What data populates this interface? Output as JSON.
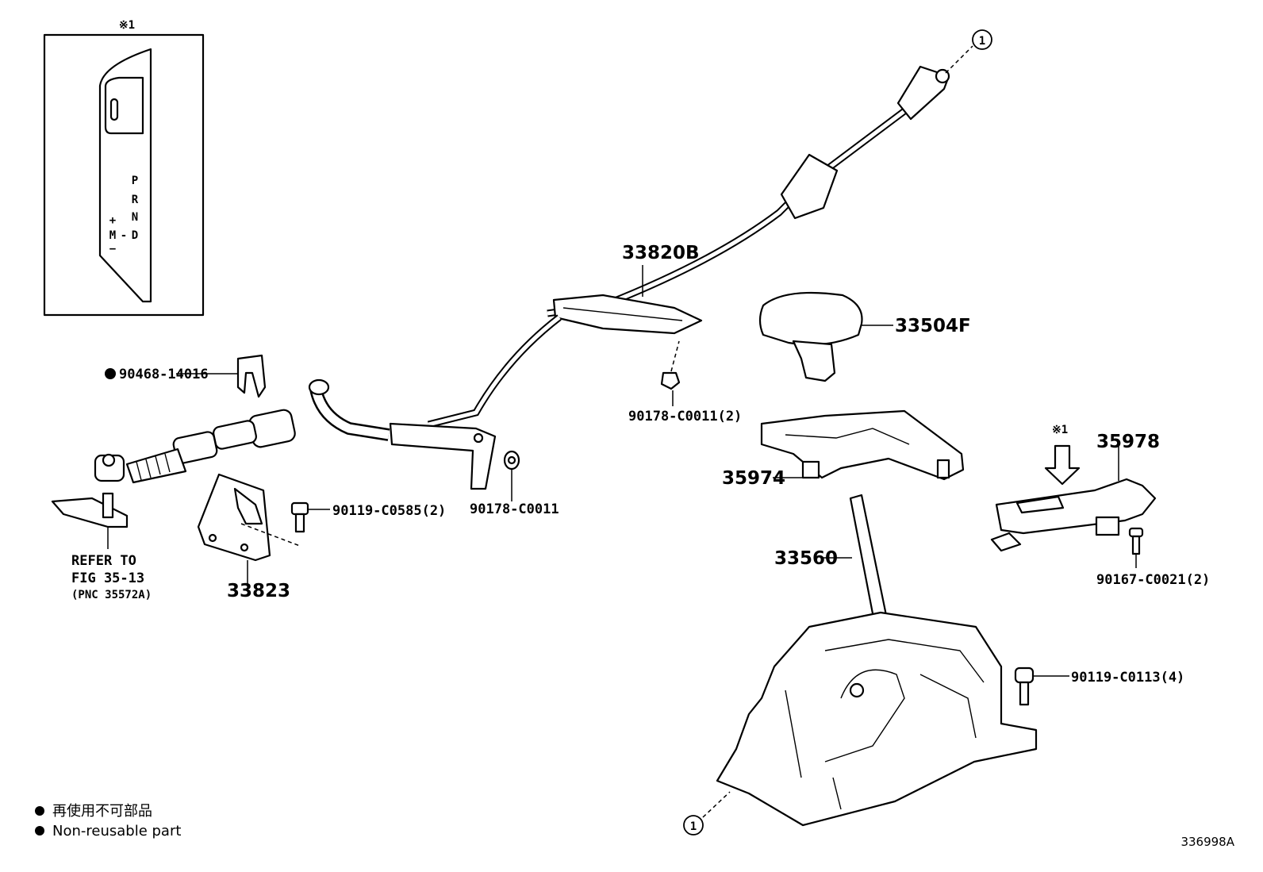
{
  "inset": {
    "ref_mark": "※1",
    "shift_letters": [
      "P",
      "R",
      "N",
      "D"
    ],
    "manual_mode": "M",
    "manual_plus": "+",
    "manual_minus": "−",
    "manual_dash": "-"
  },
  "callouts": {
    "p33820B": "33820B",
    "p33504F": "33504F",
    "p90468": "90468-14016",
    "p90178_2": "90178-C0011(2)",
    "p90178": "90178-C0011",
    "p90119_0585": "90119-C0585(2)",
    "p33823": "33823",
    "p35974": "35974",
    "p35978": "35978",
    "p35978_ref": "※1",
    "p33560": "33560",
    "p90167": "90167-C0021(2)",
    "p90119_0113": "90119-C0113(4)",
    "connector_top": "1",
    "connector_bottom": "1"
  },
  "refer": {
    "line1": "REFER TO",
    "line2": "FIG 35-13",
    "line3": "(PNC 35572A)"
  },
  "legend": {
    "item_jp": "再使用不可部品",
    "item_en": "Non-reusable part"
  },
  "figure_id": "336998A"
}
